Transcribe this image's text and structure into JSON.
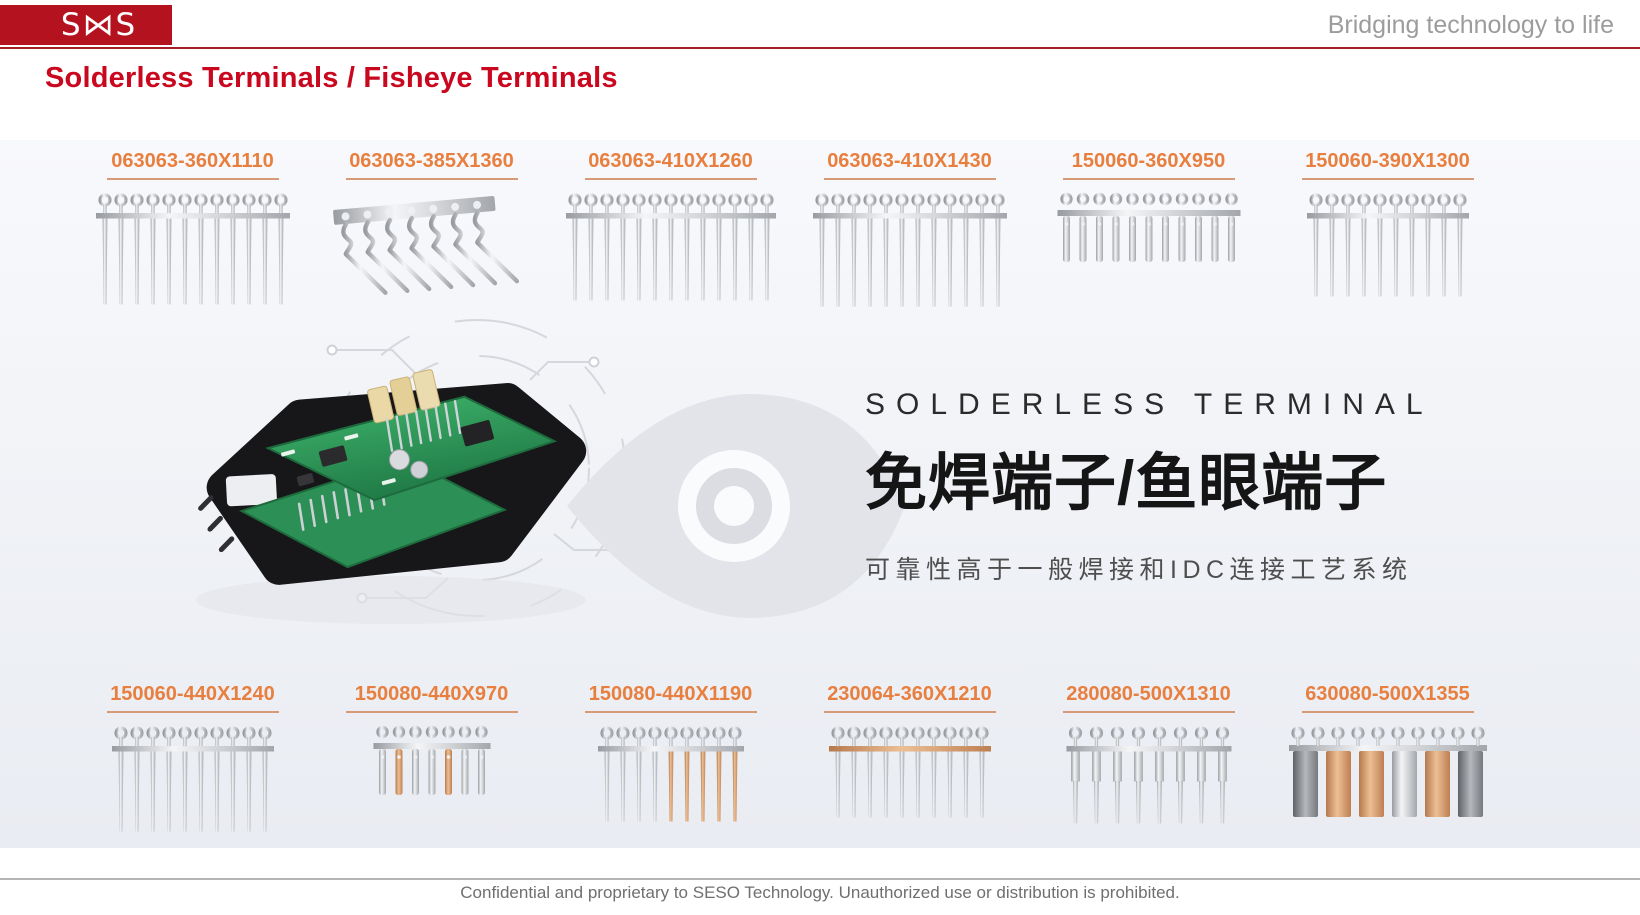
{
  "header": {
    "logo_text": "S⋈S",
    "tagline": "Bridging technology to life"
  },
  "page_title": "Solderless Terminals / Fisheye Terminals",
  "hero": {
    "title_en": "SOLDERLESS TERMINAL",
    "title_zh": "免焊端子/鱼眼端子",
    "subtitle_zh": "可靠性高于一般焊接和IDC连接工艺系统",
    "left_image": "pcb-control-module-photo",
    "watermark": "fisheye-symbol"
  },
  "products_top": [
    {
      "label": "063063-360X1110",
      "style": "straight",
      "pins": 12,
      "pin_length": 86
    },
    {
      "label": "063063-385X1360",
      "style": "angled",
      "pins": 7
    },
    {
      "label": "063063-410X1260",
      "style": "straight",
      "pins": 13,
      "pin_length": 82
    },
    {
      "label": "063063-410X1430",
      "style": "straight",
      "pins": 12,
      "pin_length": 88
    },
    {
      "label": "150060-360X950",
      "style": "stub",
      "pins": 11
    },
    {
      "label": "150060-390X1300",
      "style": "straight",
      "pins": 10,
      "pin_length": 78
    }
  ],
  "products_bottom": [
    {
      "label": "150060-440X1240",
      "style": "straight",
      "pins": 10,
      "pin_length": 80
    },
    {
      "label": "150080-440X970",
      "style": "stub",
      "pins": 7,
      "copper": true
    },
    {
      "label": "150080-440X1190",
      "style": "straight",
      "pins": 9,
      "pin_length": 70,
      "copper": true
    },
    {
      "label": "230064-360X1210",
      "style": "straight",
      "pins": 10,
      "pin_length": 66,
      "copper_carrier": true
    },
    {
      "label": "280080-500X1310",
      "style": "thick",
      "pins": 8,
      "pin_length": 72
    },
    {
      "label": "630080-500X1355",
      "style": "blade",
      "pins": 6,
      "copper": true
    }
  ],
  "footer": {
    "text": "Confidential and proprietary to SESO Technology. Unauthorized use or distribution is prohibited."
  },
  "colors": {
    "brand_red": "#b5121f",
    "rule_red": "#a51e26",
    "title_red": "#c9081f",
    "label_orange": "#e87f3f",
    "underline_orange": "#d79a77",
    "tagline_gray": "#9c9c9c",
    "footer_gray": "#6f6f6f",
    "panel_bg": "#f1f3f7",
    "silver": "#c9ccd1",
    "copper": "#c98a5c",
    "watermark_gray": "#e3e4ea",
    "pcb_green": "#2f9e5b"
  }
}
